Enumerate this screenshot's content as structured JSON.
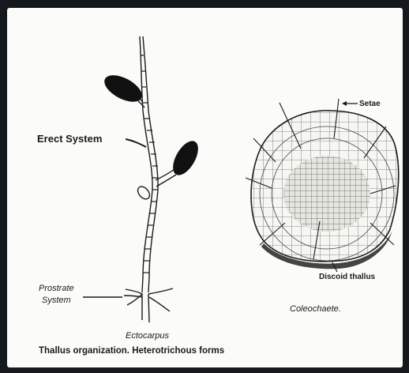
{
  "figure": {
    "labels": {
      "erect_system": "Erect System",
      "prostrate_system": [
        "Prostrate",
        "System"
      ],
      "ectocarpus": "Ectocarpus",
      "setae": "Setae",
      "discoid_thallus": "Discoid thallus",
      "coleochaete": "Coleochaete."
    },
    "caption": "Thallus organization. Heterotrichous forms"
  }
}
